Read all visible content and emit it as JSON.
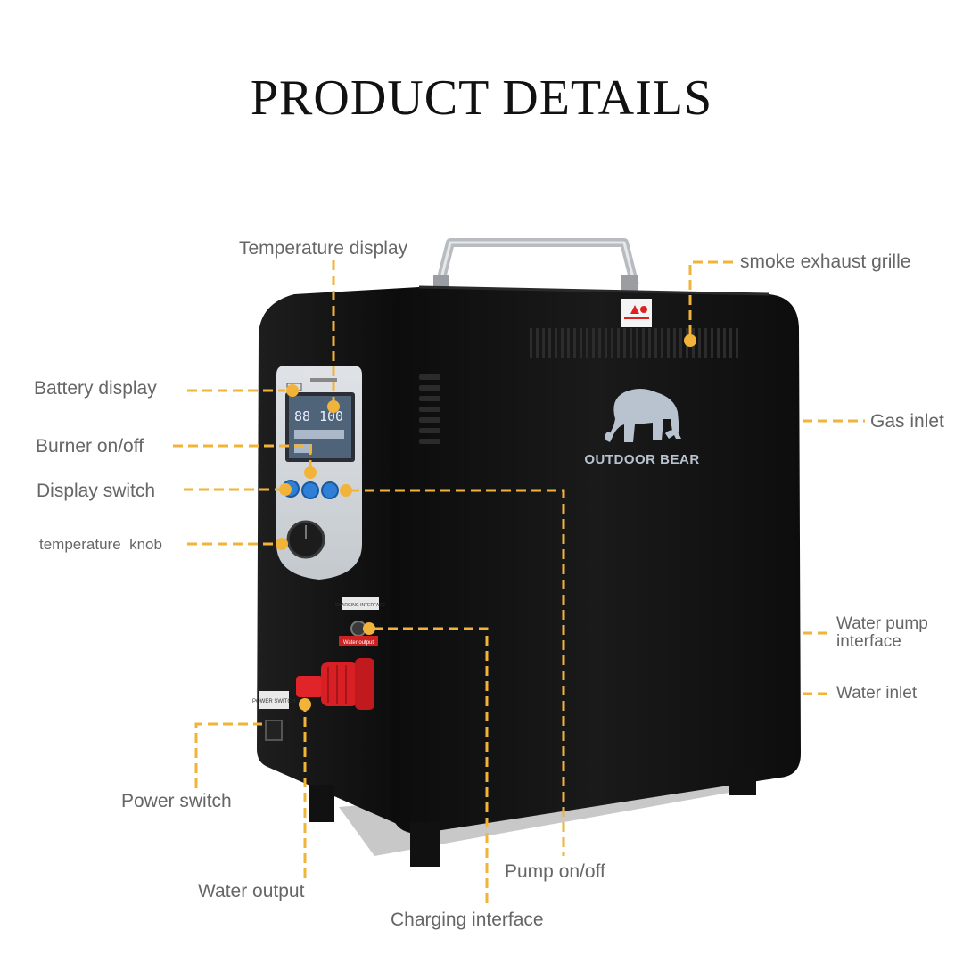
{
  "header": {
    "title": "PRODUCT DETAILS"
  },
  "product": {
    "brand_text": "OUTDOOR BEAR",
    "panel_labels": {
      "charging": "CHARGING INTERFACE",
      "power": "POWER SWITCH",
      "water_output": "Water output"
    },
    "display_readout": {
      "left": "88",
      "right": "100"
    }
  },
  "callouts": {
    "temperature_display": "Temperature display",
    "smoke_exhaust_grille": "smoke exhaust grille",
    "battery_display": "Battery display",
    "gas_inlet": "Gas inlet",
    "burner_onoff": "Burner on/off",
    "display_switch": "Display switch",
    "temperature_knob": "temperature  knob",
    "water_pump_interface": "Water pump interface",
    "water_inlet": "Water inlet",
    "power_switch": "Power switch",
    "pump_onoff": "Pump on/off",
    "water_output": "Water output",
    "charging_interface": "Charging interface"
  },
  "colors": {
    "accent": "#f2b33a",
    "body": "#111111",
    "label": "#666666"
  }
}
